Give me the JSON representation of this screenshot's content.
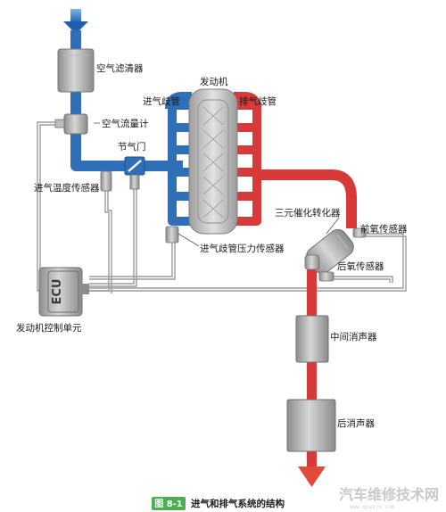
{
  "labels": {
    "air_filter": "空气滤清器",
    "maf": "空气流量计",
    "engine": "发动机",
    "intake_manifold": "进气歧管",
    "exhaust_manifold": "排气歧管",
    "throttle": "节气门",
    "iat_sensor": "进气温度传感器",
    "map_sensor": "进气歧管压力传感器",
    "catalyst": "三元催化转化器",
    "front_o2": "前氧传感器",
    "rear_o2": "后氧传感器",
    "ecu_text": "ECU",
    "ecu_label": "发动机控制单元",
    "mid_muffler": "中间消声器",
    "rear_muffler": "后消声器"
  },
  "caption": {
    "badge": "图 8-1",
    "title": "进气和排气系统的结构"
  },
  "watermark": {
    "text": "汽车维修技术网",
    "sub": "www.qcwxjs.com"
  },
  "colors": {
    "intake": "#2f6fb8",
    "exhaust": "#d83a3a",
    "component": "#a9a9a9",
    "wire": "#9a9a9a"
  }
}
